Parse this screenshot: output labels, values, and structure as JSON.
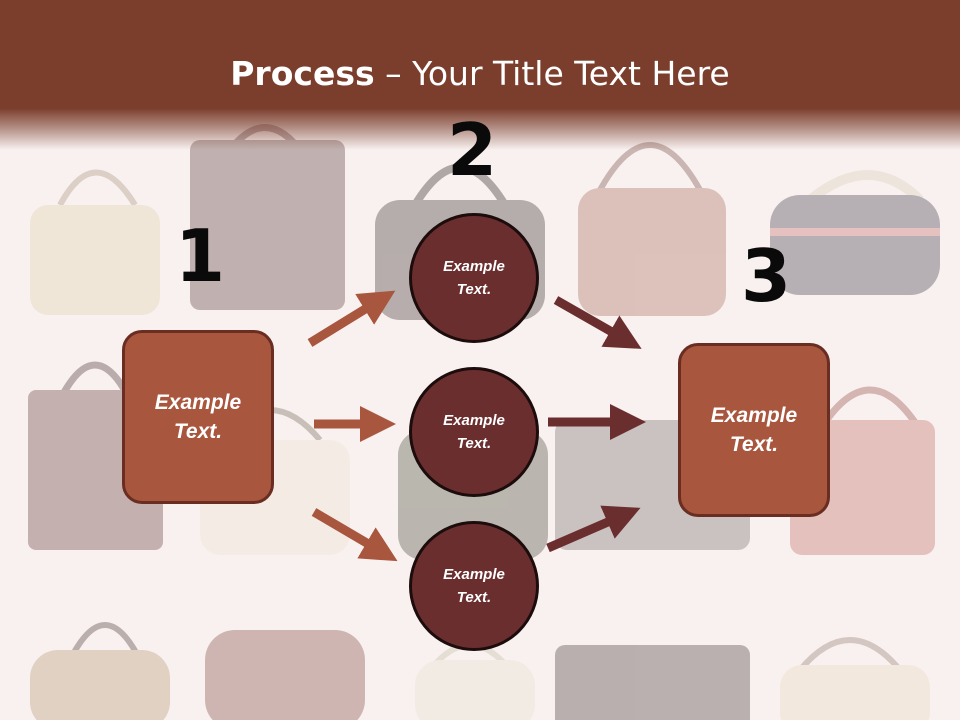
{
  "title": {
    "bold": "Process",
    "rest": " – Your Title Text Here"
  },
  "steps": [
    {
      "number": "1",
      "text": "Example\nText."
    },
    {
      "number": "2",
      "text": "Example\nText."
    },
    {
      "number": "3",
      "text": "Example\nText."
    }
  ],
  "circles": [
    {
      "text": "Example\nText."
    },
    {
      "text": "Example\nText."
    },
    {
      "text": "Example\nText."
    }
  ],
  "colors": {
    "header": "#7b3d2c",
    "box_fill": "#a8563e",
    "circle_fill": "#6b2e2f",
    "arrow_in": "#a8563e",
    "arrow_out": "#6b2e2f"
  }
}
